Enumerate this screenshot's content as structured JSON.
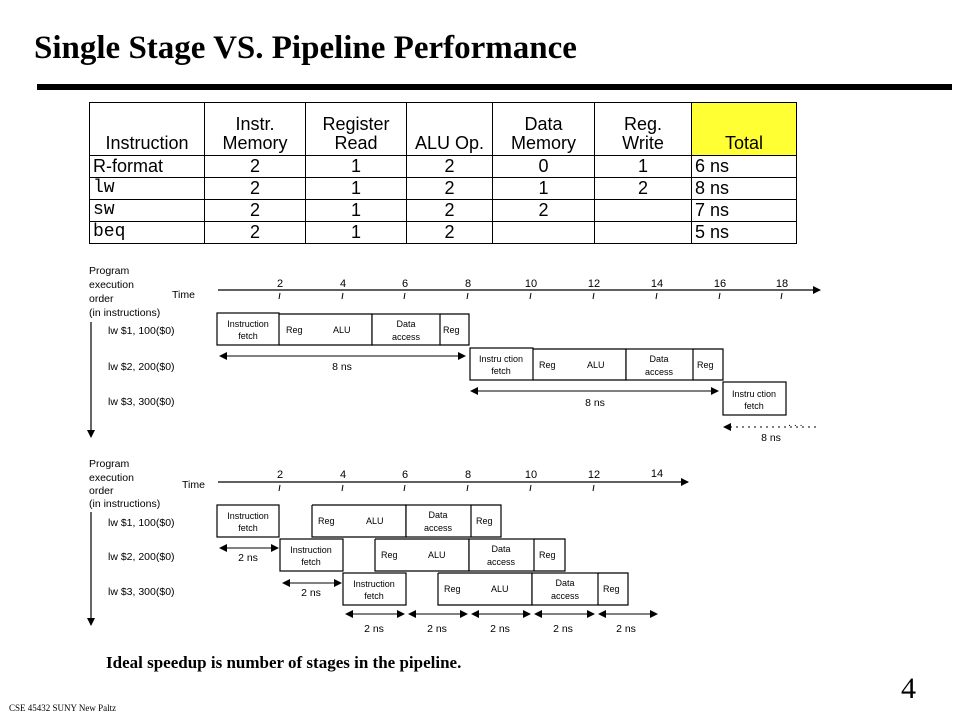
{
  "title": "Single Stage VS. Pipeline Performance",
  "table": {
    "headers": [
      {
        "line1": "",
        "line2": "Instruction"
      },
      {
        "line1": "Instr.",
        "line2": "Memory"
      },
      {
        "line1": "Register",
        "line2": "Read"
      },
      {
        "line1": "",
        "line2": "ALU Op."
      },
      {
        "line1": "Data",
        "line2": "Memory"
      },
      {
        "line1": "Reg.",
        "line2": "Write"
      },
      {
        "line1": "",
        "line2": "Total"
      }
    ],
    "highlight_color": "#ffff33",
    "rows": [
      [
        "R-format",
        "2",
        "1",
        "2",
        "0",
        "1",
        "6 ns"
      ],
      [
        "lw",
        "2",
        "1",
        "2",
        "1",
        "2",
        "8 ns"
      ],
      [
        "sw",
        "2",
        "1",
        "2",
        "2",
        "",
        "7 ns"
      ],
      [
        "beq",
        "2",
        "1",
        "2",
        "",
        "",
        "5 ns"
      ]
    ]
  },
  "single_cycle": {
    "order_label": [
      "Program",
      "execution",
      "order",
      "(in instructions)"
    ],
    "time_label": "Time",
    "ticks": [
      "2",
      "4",
      "6",
      "8",
      "10",
      "12",
      "14",
      "16",
      "18"
    ],
    "instructions": [
      "lw $1, 100($0)",
      "lw $2, 200($0)",
      "lw $3, 300($0)"
    ],
    "stages": {
      "if": [
        "Instruction",
        "fetch"
      ],
      "reg": "Reg",
      "alu": "ALU",
      "data": [
        "Data",
        "access"
      ],
      "if_spaced": [
        "Instru ction",
        "fetch"
      ]
    },
    "durations": [
      "8 ns",
      "8 ns",
      "8 ns"
    ],
    "ellipsis": ". . ."
  },
  "pipeline": {
    "order_label": [
      "Program",
      "execution",
      "order",
      "(in instructions)"
    ],
    "time_label": "Time",
    "ticks": [
      "2",
      "4",
      "6",
      "8",
      "10",
      "12",
      "14"
    ],
    "instructions": [
      "lw $1, 100($0)",
      "lw $2, 200($0)",
      "lw $3, 300($0)"
    ],
    "stage_durations": [
      "2 ns",
      "2 ns"
    ],
    "bottom_durations": [
      "2 ns",
      "2 ns",
      "2 ns",
      "2 ns",
      "2 ns"
    ]
  },
  "caption": "Ideal speedup is number of stages in the pipeline.",
  "page_number": "4",
  "footer": "CSE 45432 SUNY New Paltz"
}
